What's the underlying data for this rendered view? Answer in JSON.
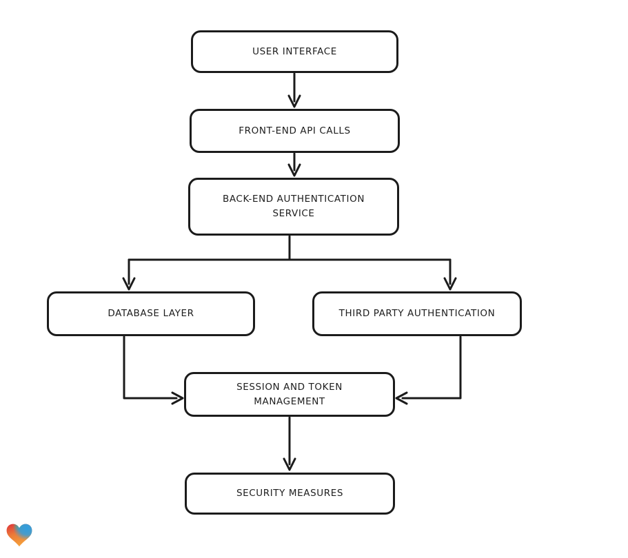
{
  "app": {
    "background_color": "#ffffff",
    "stroke_color": "#1b1b1b",
    "node_fill_color": "#ffffff",
    "text_color": "#1d1d1d"
  },
  "diagram": {
    "type": "flowchart",
    "nodes": [
      {
        "id": "user-interface",
        "label": "USER INTERFACE"
      },
      {
        "id": "front-end-api-calls",
        "label": "FRONT-END API CALLS"
      },
      {
        "id": "back-end-authentication-service",
        "label": "BACK-END AUTHENTICATION SERVICE"
      },
      {
        "id": "database-layer",
        "label": "DATABASE LAYER"
      },
      {
        "id": "third-party-authentication",
        "label": "THIRD PARTY AUTHENTICATION"
      },
      {
        "id": "session-and-token-management",
        "label": "SESSION AND TOKEN MANAGEMENT"
      },
      {
        "id": "security-measures",
        "label": "SECURITY MEASURES"
      }
    ],
    "edges": [
      {
        "from": "user-interface",
        "to": "front-end-api-calls"
      },
      {
        "from": "front-end-api-calls",
        "to": "back-end-authentication-service"
      },
      {
        "from": "back-end-authentication-service",
        "to": "database-layer"
      },
      {
        "from": "back-end-authentication-service",
        "to": "third-party-authentication"
      },
      {
        "from": "database-layer",
        "to": "session-and-token-management"
      },
      {
        "from": "third-party-authentication",
        "to": "session-and-token-management"
      },
      {
        "from": "session-and-token-management",
        "to": "security-measures"
      }
    ]
  },
  "branding": {
    "logo_icon": "heart-gradient-icon",
    "logo_colors": [
      "#e03c3c",
      "#58b247",
      "#2f9fe0",
      "#f5a03c"
    ]
  }
}
